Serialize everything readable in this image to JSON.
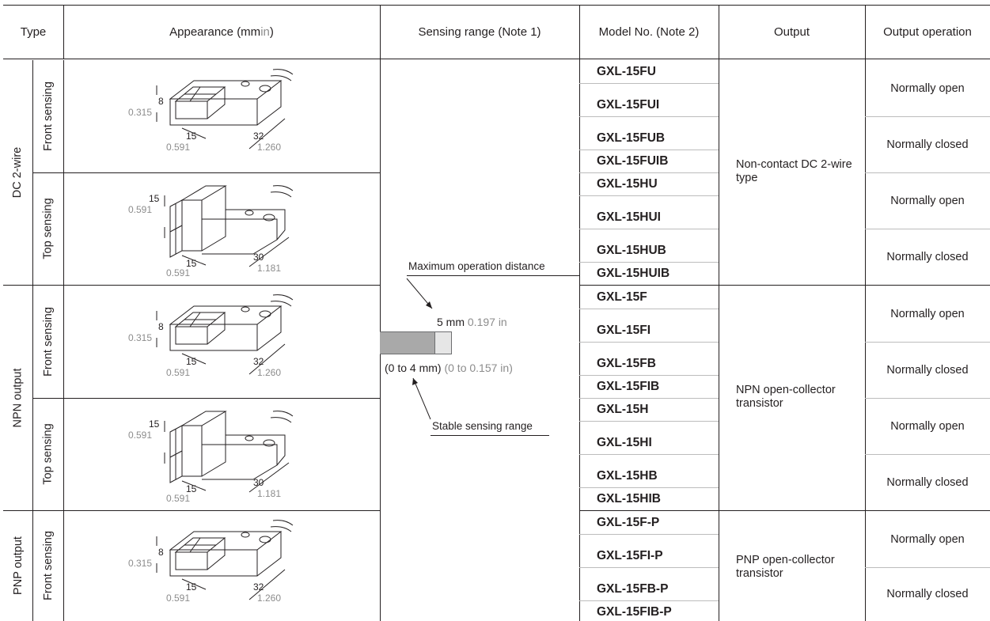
{
  "header": {
    "type": "Type",
    "appearance_main": "Appearance (mm ",
    "appearance_unit": "in",
    "appearance_close": ")",
    "sensing_range": "Sensing range (Note 1)",
    "model_no": "Model No. (Note 2)",
    "output": "Output",
    "output_operation": "Output operation"
  },
  "groups": [
    {
      "label": "DC 2-wire",
      "subs": [
        "Front sensing",
        "Top sensing"
      ],
      "output": "Non-contact DC 2-wire type"
    },
    {
      "label": "NPN output",
      "subs": [
        "Front sensing",
        "Top sensing"
      ],
      "output": "NPN open-collector transistor"
    },
    {
      "label": "PNP output",
      "subs": [
        "Front sensing"
      ],
      "output": "PNP open-collector transistor"
    }
  ],
  "models": [
    "GXL-15FU",
    "GXL-15FUI",
    "GXL-15FUB",
    "GXL-15FUIB",
    "GXL-15HU",
    "GXL-15HUI",
    "GXL-15HUB",
    "GXL-15HUIB",
    "GXL-15F",
    "GXL-15FI",
    "GXL-15FB",
    "GXL-15FIB",
    "GXL-15H",
    "GXL-15HI",
    "GXL-15HB",
    "GXL-15HIB",
    "GXL-15F-P",
    "GXL-15FI-P",
    "GXL-15FB-P",
    "GXL-15FIB-P"
  ],
  "operations": {
    "no": "Normally open",
    "nc": "Normally closed"
  },
  "dimensions": {
    "front": {
      "h_mm": "8",
      "h_in": "0.315",
      "w_mm": "15",
      "w_in": "0.591",
      "l_mm": "32",
      "l_in": "1.260"
    },
    "top": {
      "h_mm": "15",
      "h_in": "0.591",
      "w_mm": "15",
      "w_in": "0.591",
      "l_mm": "30",
      "l_in": "1.181"
    }
  },
  "sensing_range": {
    "max_label": "Maximum operation distance",
    "max_mm": "5 mm",
    "max_in": "0.197 in",
    "stable_mm": "(0 to 4 mm)",
    "stable_in": "(0 to 0.157 in)",
    "stable_label": "Stable sensing range"
  }
}
